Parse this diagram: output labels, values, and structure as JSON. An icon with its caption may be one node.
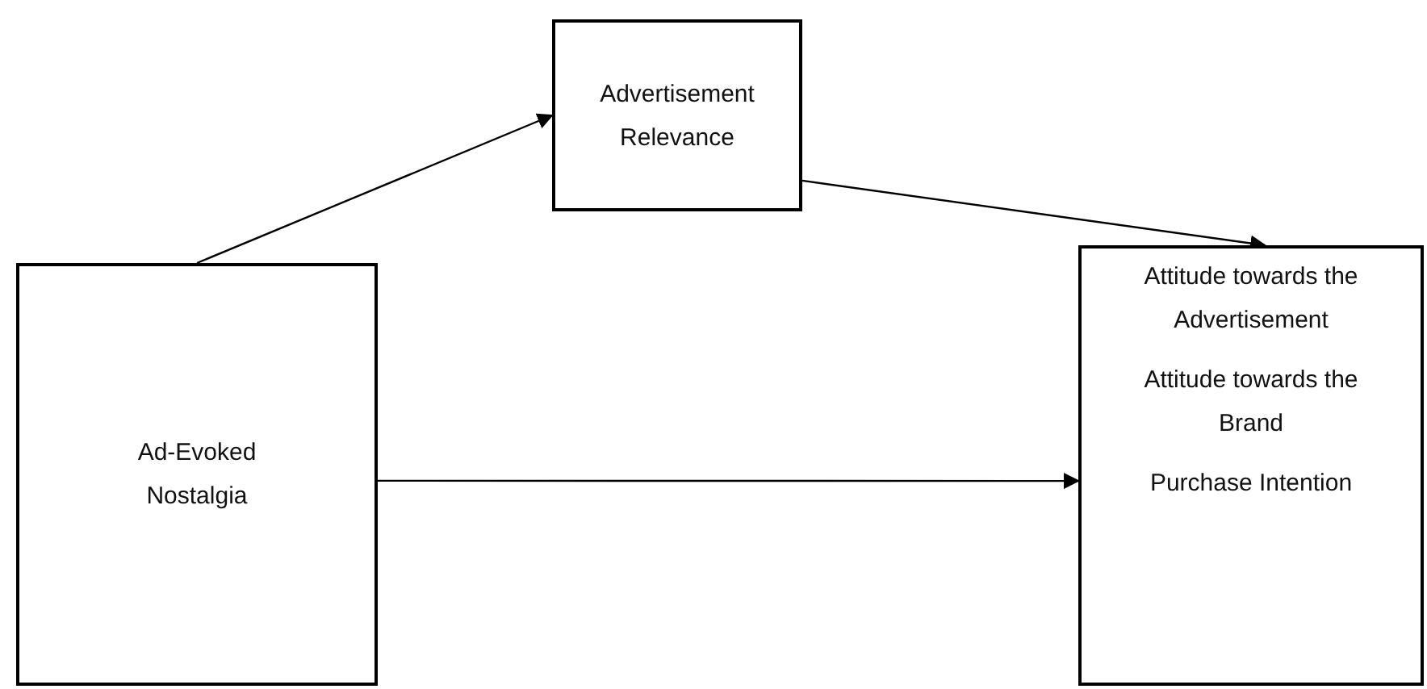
{
  "diagram": {
    "nodes": [
      {
        "text": [
          "Ad-Evoked Nostalgia"
        ]
      },
      {
        "text": [
          "Advertisement Relevance"
        ]
      },
      {
        "text": [
          "Attitude towards the Advertisement",
          "Attitude towards the Brand",
          "Purchase Intention"
        ]
      }
    ],
    "edges": [
      {
        "from": 0,
        "to": 1,
        "arrow": "to"
      },
      {
        "from": 1,
        "to": 2,
        "arrow": "to"
      },
      {
        "from": 0,
        "to": 2,
        "arrow": "to"
      }
    ]
  }
}
